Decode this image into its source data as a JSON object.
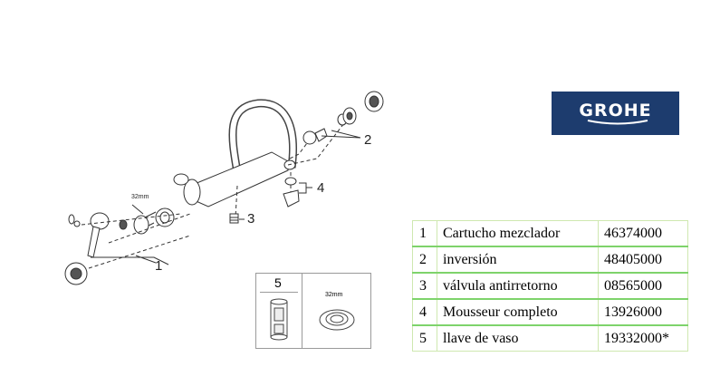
{
  "brand": {
    "logo_text": "GROHE",
    "logo_bg": "#1d3c6e"
  },
  "callouts": {
    "c1": "1",
    "c2": "2",
    "c3": "3",
    "c4": "4"
  },
  "mm_label": "32mm",
  "inset": {
    "number": "5",
    "mm_label": "32mm"
  },
  "parts_table": {
    "rows": [
      {
        "num": "1",
        "desc": "Cartucho mezclador",
        "code": "46374000"
      },
      {
        "num": "2",
        "desc": "inversión",
        "code": "48405000"
      },
      {
        "num": "3",
        "desc": "válvula antirretorno",
        "code": "08565000"
      },
      {
        "num": "4",
        "desc": "Mousseur completo",
        "code": "13926000"
      },
      {
        "num": "5",
        "desc": "llave de vaso",
        "code": "19332000*"
      }
    ]
  }
}
